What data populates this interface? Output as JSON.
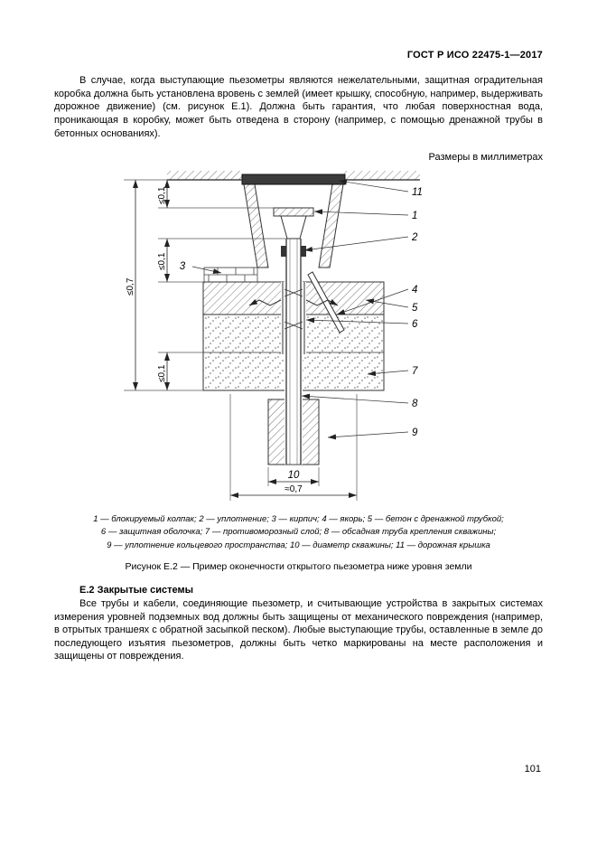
{
  "header": {
    "title": "ГОСТ Р ИСО 22475-1—2017"
  },
  "intro": {
    "text": "В случае, когда выступающие пьезометры являются нежелательными, защитная оградительная коробка должна быть установлена вровень с землей (имеет крышку, способную, например, выдерживать дорожное движение) (см. рисунок Е.1). Должна быть гарантия, что любая поверхностная вода, проникающая в коробку, может быть отведена в сторону (например, с помощью дренажной трубы в бетонных основаниях)."
  },
  "figure": {
    "units_note": "Размеры в миллиметрах",
    "callouts": {
      "n1": "1",
      "n2": "2",
      "n3": "3",
      "n4": "4",
      "n5": "5",
      "n6": "6",
      "n7": "7",
      "n8": "8",
      "n9": "9",
      "n10": "10",
      "n11": "11"
    },
    "dimensions": {
      "dim01_top": "≤0,1",
      "dim01_mid": "≤0,1",
      "dim01_bottom": "≤0,1",
      "dim07_vertical": "≤0,7",
      "dim07_width": "≈0,7"
    },
    "legend": {
      "line1": "1 — блокируемый колпак; 2 — уплотнение; 3 — кирпич; 4 — якорь; 5 — бетон с дренажной трубкой;",
      "line2": "6 — защитная оболочка; 7 — противоморозный слой; 8 — обсадная труба крепления скважины;",
      "line3": "9 — уплотнение кольцевого пространства; 10 — диаметр скважины; 11 — дорожная крышка"
    },
    "caption": "Рисунок Е.2 — Пример оконечности открытого пьезометра ниже уровня земли"
  },
  "section": {
    "heading": "Е.2 Закрытые системы",
    "body": "Все трубы и кабели, соединяющие пьезометр, и считывающие устройства в закрытых системах измерения уровней подземных вод должны быть защищены от механического повреждения (например, в отрытых траншеях с обратной засыпкой песком). Любые выступающие трубы, оставленные в земле до последующего изъятия пьезометров, должны быть четко маркированы на месте расположения и защищены от повреждения."
  },
  "footer": {
    "page_number": "101"
  }
}
